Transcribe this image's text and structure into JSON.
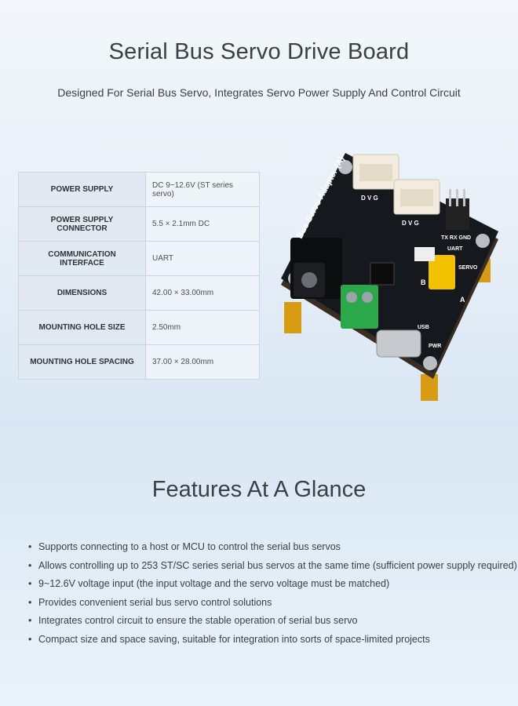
{
  "header": {
    "title": "Serial Bus Servo Drive Board",
    "subtitle": "Designed For Serial Bus Servo, Integrates Servo Power Supply And Control Circuit"
  },
  "specs": [
    {
      "label": "POWER SUPPLY",
      "value": "DC 9~12.6V (ST series servo)"
    },
    {
      "label": "POWER SUPPLY CONNECTOR",
      "value": "5.5 × 2.1mm DC"
    },
    {
      "label": "COMMUNICATION INTERFACE",
      "value": "UART"
    },
    {
      "label": "DIMENSIONS",
      "value": "42.00 × 33.00mm"
    },
    {
      "label": "MOUNTING HOLE SIZE",
      "value": "2.50mm"
    },
    {
      "label": "MOUNTING HOLE SPACING",
      "value": "37.00 × 28.00mm"
    }
  ],
  "board_labels": {
    "name": "Bus Servo Adapter (A)",
    "pins_left": "D V G",
    "pins_right": "D V G",
    "header_pins": "TX RX GND",
    "uart": "UART",
    "servo": "SERVO",
    "a": "A",
    "b": "B",
    "usb": "USB",
    "pwr": "PWR"
  },
  "features": {
    "title": "Features At A Glance",
    "bullet": "•",
    "items": [
      "Supports connecting to a host or MCU to control the serial bus servos",
      "Allows controlling up to 253 ST/SC series serial bus servos at the same time (sufficient power supply required)",
      "9~12.6V voltage input (the input voltage and the servo voltage must be matched)",
      "Provides convenient serial bus servo control solutions",
      "Integrates control circuit to ensure the stable operation of serial bus servo",
      "Compact size and space saving, suitable for integration into sorts of space-limited projects"
    ]
  },
  "colors": {
    "pcb": "#15181c",
    "connector": "#f2eadc",
    "terminal": "#2aa84a",
    "jumper": "#f2c200",
    "standoff": "#e0a818"
  }
}
